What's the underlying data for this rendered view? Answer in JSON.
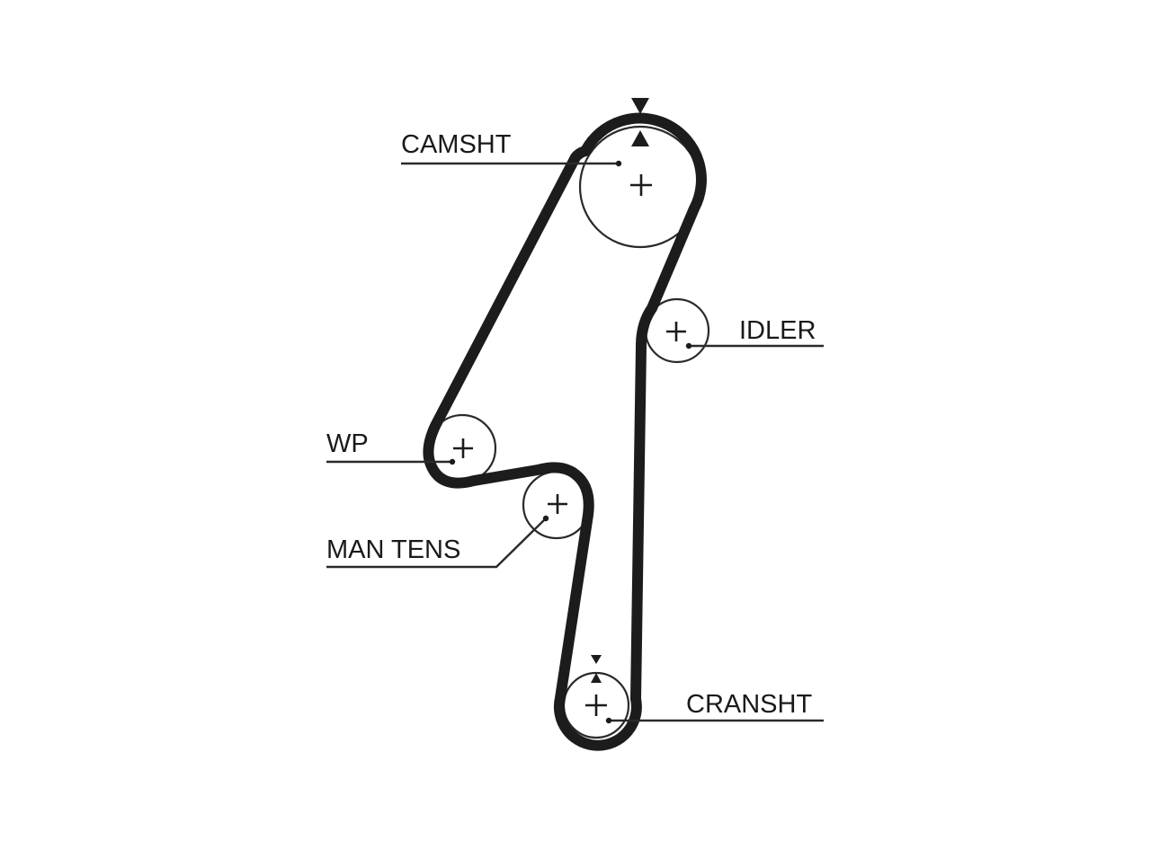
{
  "diagram": {
    "labels": {
      "camshaft": "CAMSHT",
      "idler": "IDLER",
      "water_pump": "WP",
      "manual_tensioner": "MAN TENS",
      "crankshaft": "CRANSHT"
    },
    "colors": {
      "belt": "#1c1c1c",
      "pulley_outline": "#2a2a2a",
      "leader_line": "#2a2a2a",
      "background": "#ffffff"
    }
  }
}
